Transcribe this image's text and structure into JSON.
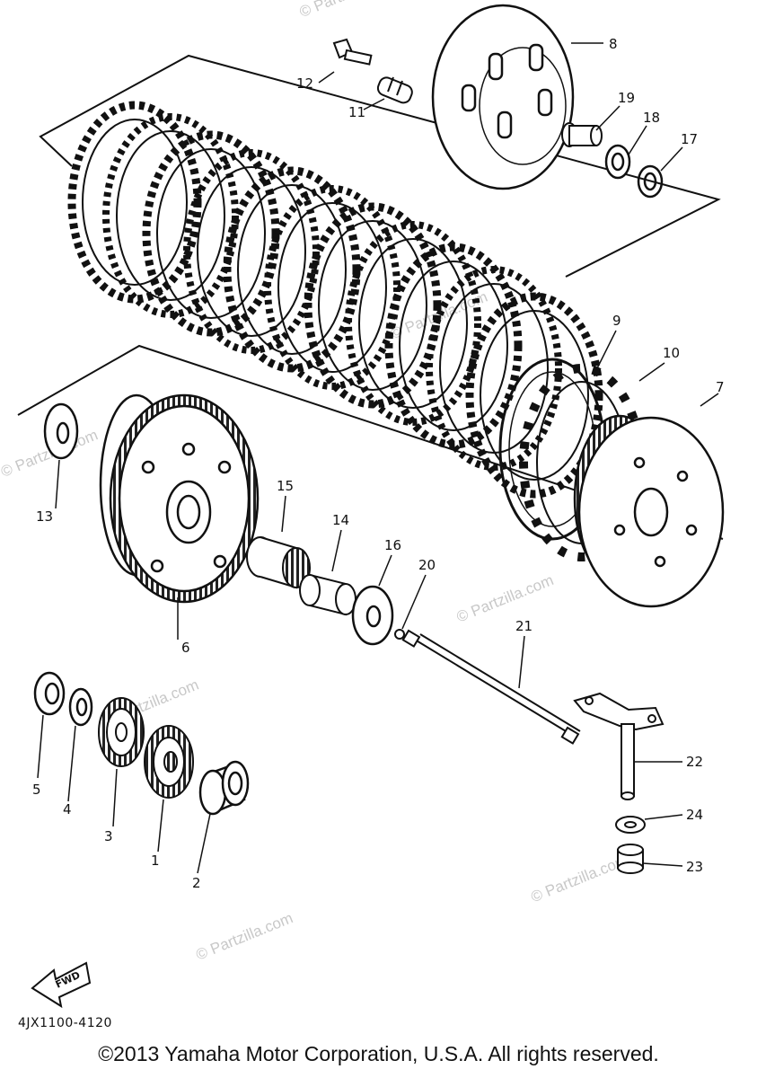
{
  "diagram": {
    "part_labels": [
      "1",
      "2",
      "3",
      "4",
      "5",
      "6",
      "7",
      "8",
      "9",
      "10",
      "11",
      "12",
      "13",
      "14",
      "15",
      "16",
      "17",
      "18",
      "19",
      "20",
      "21",
      "22",
      "23",
      "24"
    ],
    "watermark": "© Partzilla.com",
    "fwd_label": "FWD",
    "drawing_code": "4JX1100-4120",
    "copyright": "©2013 Yamaha Motor Corporation, U.S.A. All rights reserved."
  }
}
